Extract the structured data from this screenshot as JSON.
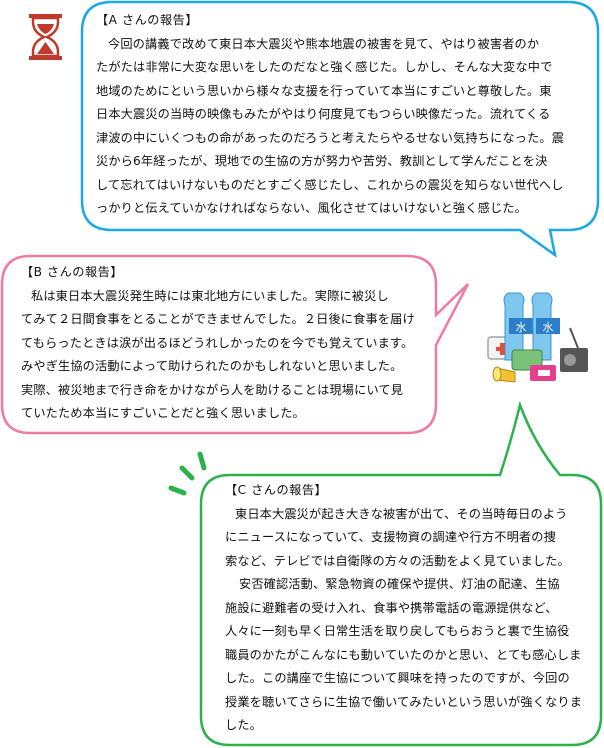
{
  "colors": {
    "a_border": "#1aa9e6",
    "b_border": "#f07aa3",
    "c_border": "#2bb24c",
    "hourglass": "#c0392b"
  },
  "reports": {
    "a": {
      "heading": "【A さんの報告】",
      "lines": [
        "今回の講義で改めて東日本大震災や熊本地震の被害を見て、やはり被害者のか",
        "たがたは非常に大変な思いをしたのだなと強く感じた。しかし、そんな大変な中で",
        "地域のためにという思いから様々な支援を行っていて本当にすごいと尊敬した。東",
        "日本大震災の当時の映像もみたがやはり何度見てもつらい映像だった。流れてくる",
        "津波の中にいくつもの命があったのだろうと考えたらやるせない気持ちになった。震",
        "災から6年経ったが、現地での生協の方が努力や苦労、教訓として学んだことを決",
        "して忘れてはいけないものだとすごく感じたし、これからの震災を知らない世代へし",
        "っかりと伝えていかなければならない、風化させてはいけないと強く感じた。"
      ]
    },
    "b": {
      "heading": "【B さんの報告】",
      "lines": [
        "私は東日本大震災発生時には東北地方にいました。実際に被災し",
        "てみて２日間食事をとることができませんでした。２日後に食事を届け",
        "てもらったときは涙が出るほどうれしかったのを今でも覚えています。",
        "みやぎ生協の活動によって助けられたのかもしれないと思いました。",
        "実際、被災地まで行き命をかけながら人を助けることは現場にいて見",
        "ていたため本当にすごいことだと強く思いました。"
      ]
    },
    "c": {
      "heading": "【C さんの報告】",
      "lines": [
        "東日本大震災が起き大きな被害が出て、その当時毎日のよう",
        "にニュースになっていて、支援物資の調達や行方不明者の捜",
        "索など、テレビでは自衛隊の方々の活動をよく見ていました。",
        "安否確認活動、緊急物資の確保や提供、灯油の配達、生協",
        "施設に避難者の受け入れ、食事や携帯電話の電源提供など、",
        "人々に一刻も早く日常生活を取り戻してもらおうと裏で生協役",
        "職員のかたがこんなにも動いていたのかと思い、とても感心しま",
        "した。この講座で生協について興味を持ったのですが、今回の",
        "授業を聴いてさらに生協で働いてみたいという思いが強くなりま",
        "した。"
      ]
    }
  },
  "supplies": {
    "bottle_label": "水"
  }
}
